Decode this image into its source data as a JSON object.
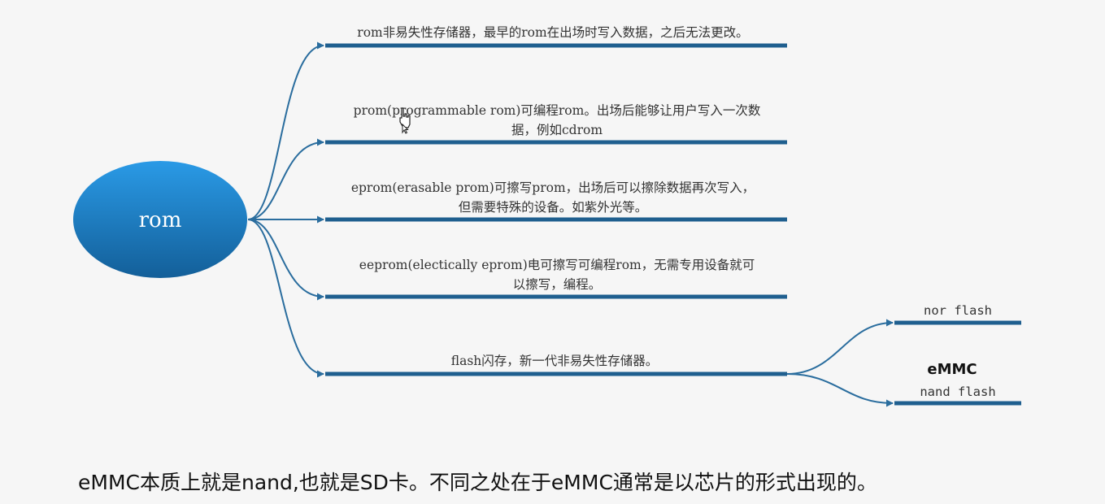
{
  "root": {
    "label": "rom"
  },
  "branches": [
    {
      "lines": [
        "rom非易失性存储器，最早的rom在出场时写入数据，之后无法更改。"
      ]
    },
    {
      "lines": [
        "prom(programmable rom)可编程rom。出场后能够让用户写入一次数",
        "据，例如cdrom"
      ]
    },
    {
      "lines": [
        "eprom(erasable prom)可擦写prom，出场后可以擦除数据再次写入，",
        "但需要特殊的设备。如紫外光等。"
      ]
    },
    {
      "lines": [
        "eeprom(electically eprom)电可擦写可编程rom，无需专用设备就可",
        "以擦写，编程。"
      ]
    },
    {
      "lines": [
        "flash闪存，新一代非易失性存储器。"
      ]
    }
  ],
  "flash_children": [
    {
      "label": "nor flash"
    },
    {
      "label": "nand flash"
    }
  ],
  "annotation": "eMMC",
  "caption": "eMMC本质上就是nand,也就是SD卡。不同之处在于eMMC通常是以芯片的形式出现的。",
  "colors": {
    "node_light": "#2a9ae6",
    "node_dark": "#135f99",
    "line": "#1f5f8f",
    "connector": "#2a6d9e",
    "background": "#f6f6f6"
  }
}
